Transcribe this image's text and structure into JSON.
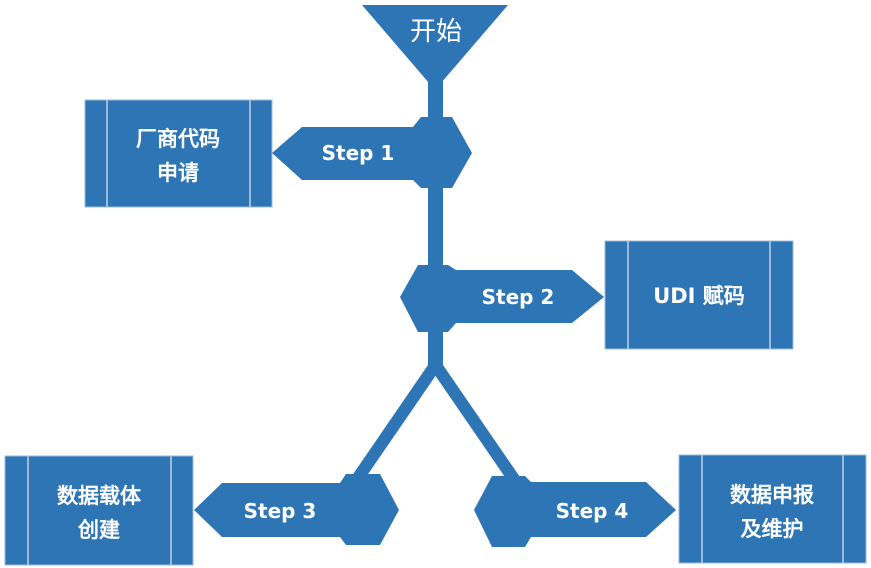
{
  "colors": {
    "shape_fill": "#2e75b6",
    "box_divider": "#9dbbd8",
    "text": "#ffffff",
    "background": "#ffffff"
  },
  "start": {
    "label": "开始"
  },
  "steps": [
    {
      "label": "Step 1",
      "box_lines": [
        "厂商代码",
        "申请"
      ]
    },
    {
      "label": "Step 2",
      "box_lines": [
        "UDI 赋码"
      ]
    },
    {
      "label": "Step 3",
      "box_lines": [
        "数据载体",
        "创建"
      ]
    },
    {
      "label": "Step 4",
      "box_lines": [
        "数据申报",
        "及维护"
      ]
    }
  ]
}
